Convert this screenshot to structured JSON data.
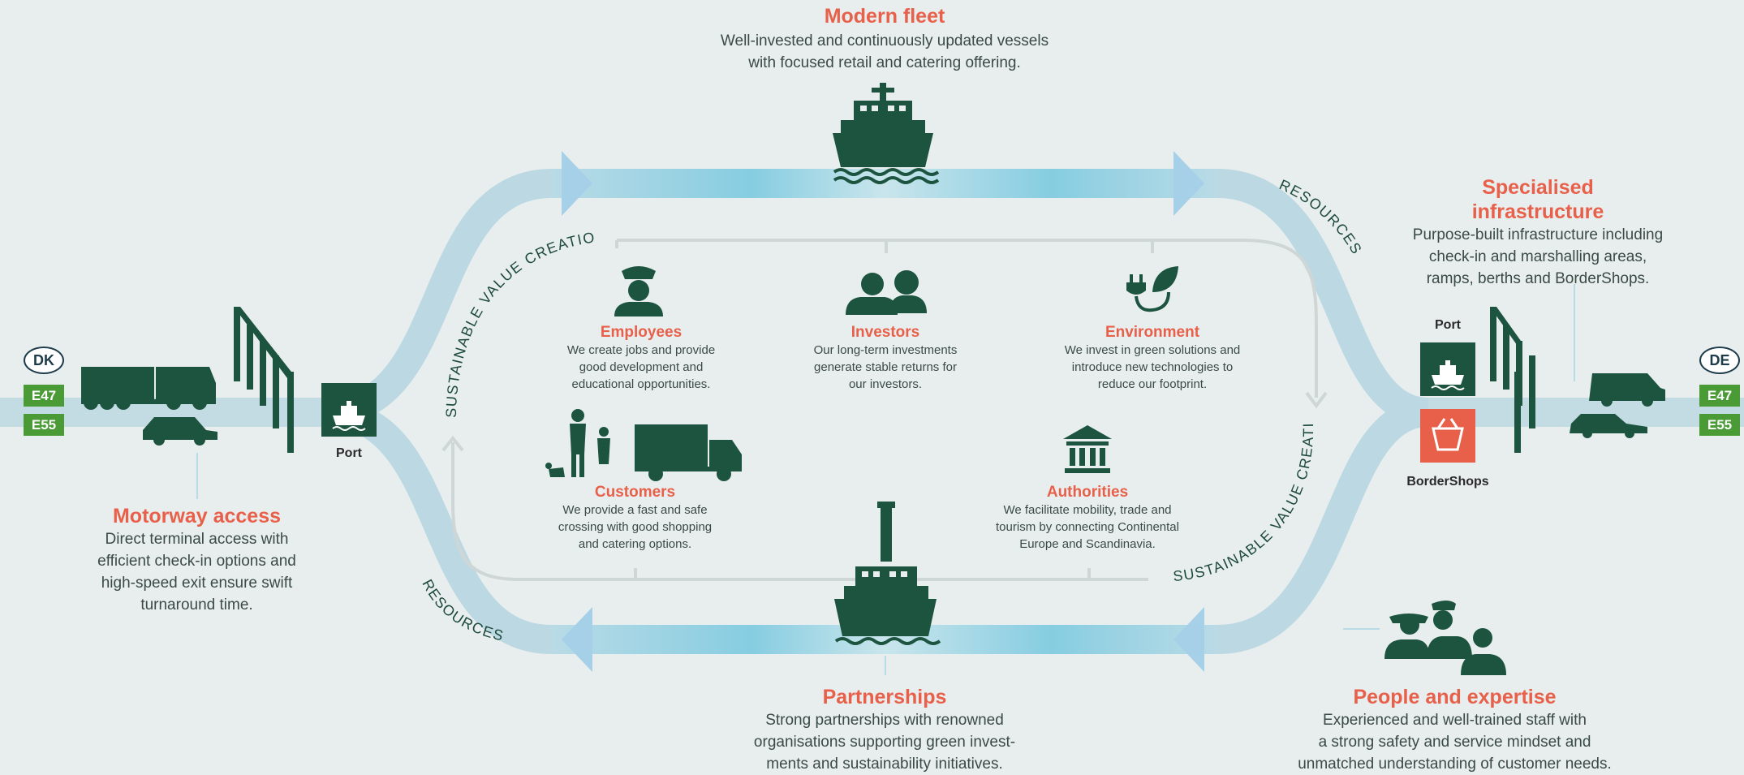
{
  "modern_fleet": {
    "title": "Modern fleet",
    "desc": [
      "Well-invested and continuously updated vessels",
      "with focused retail and catering offering."
    ]
  },
  "specialised": {
    "title": [
      "Specialised",
      "infrastructure"
    ],
    "desc": [
      "Purpose-built infrastructure including",
      "check-in and marshalling areas,",
      "ramps, berths and BorderShops."
    ]
  },
  "motorway": {
    "title": "Motorway access",
    "desc": [
      "Direct terminal access with",
      "efficient check-in options and",
      "high-speed exit ensure swift",
      "turnaround time."
    ]
  },
  "partnerships": {
    "title": "Partnerships",
    "desc": [
      "Strong partnerships with renowned",
      "organisations supporting green invest-",
      "ments and sustainability initiatives."
    ]
  },
  "people": {
    "title": "People and expertise",
    "desc": [
      "Experienced and well-trained staff with",
      "a strong safety and service mindset and",
      "unmatched understanding of customer needs."
    ]
  },
  "stakeholders": {
    "employees": {
      "title": "Employees",
      "desc": [
        "We create jobs and provide",
        "good development and",
        "educational opportunities."
      ]
    },
    "investors": {
      "title": "Investors",
      "desc": [
        "Our long-term investments",
        "generate stable returns for",
        "our investors."
      ]
    },
    "environment": {
      "title": "Environment",
      "desc": [
        "We invest in green solutions and",
        "introduce new technologies to",
        "reduce our footprint."
      ]
    },
    "customers": {
      "title": "Customers",
      "desc": [
        "We provide a fast and safe",
        "crossing with good shopping",
        "and catering options."
      ]
    },
    "authorities": {
      "title": "Authorities",
      "desc": [
        "We facilitate mobility, trade and",
        "tourism by connecting Continental",
        "Europe and Scandinavia."
      ]
    }
  },
  "flow_labels": {
    "svc_left": "SUSTAINABLE VALUE CREATION",
    "svc_right": "SUSTAINABLE VALUE CREATION",
    "res_top": "RESOURCES",
    "res_bottom": "RESOURCES"
  },
  "left": {
    "country": "DK",
    "roads": [
      "E47",
      "E55"
    ],
    "port_label": "Port"
  },
  "right": {
    "country": "DE",
    "roads": [
      "E47",
      "E55"
    ],
    "port_label": "Port",
    "shop_label": "BorderShops"
  },
  "colors": {
    "accent": "#e8604a",
    "icon": "#1d5440",
    "road_green": "#4a9a36",
    "flow_blue": "#8ccfe2",
    "background": "#e8eeee"
  }
}
